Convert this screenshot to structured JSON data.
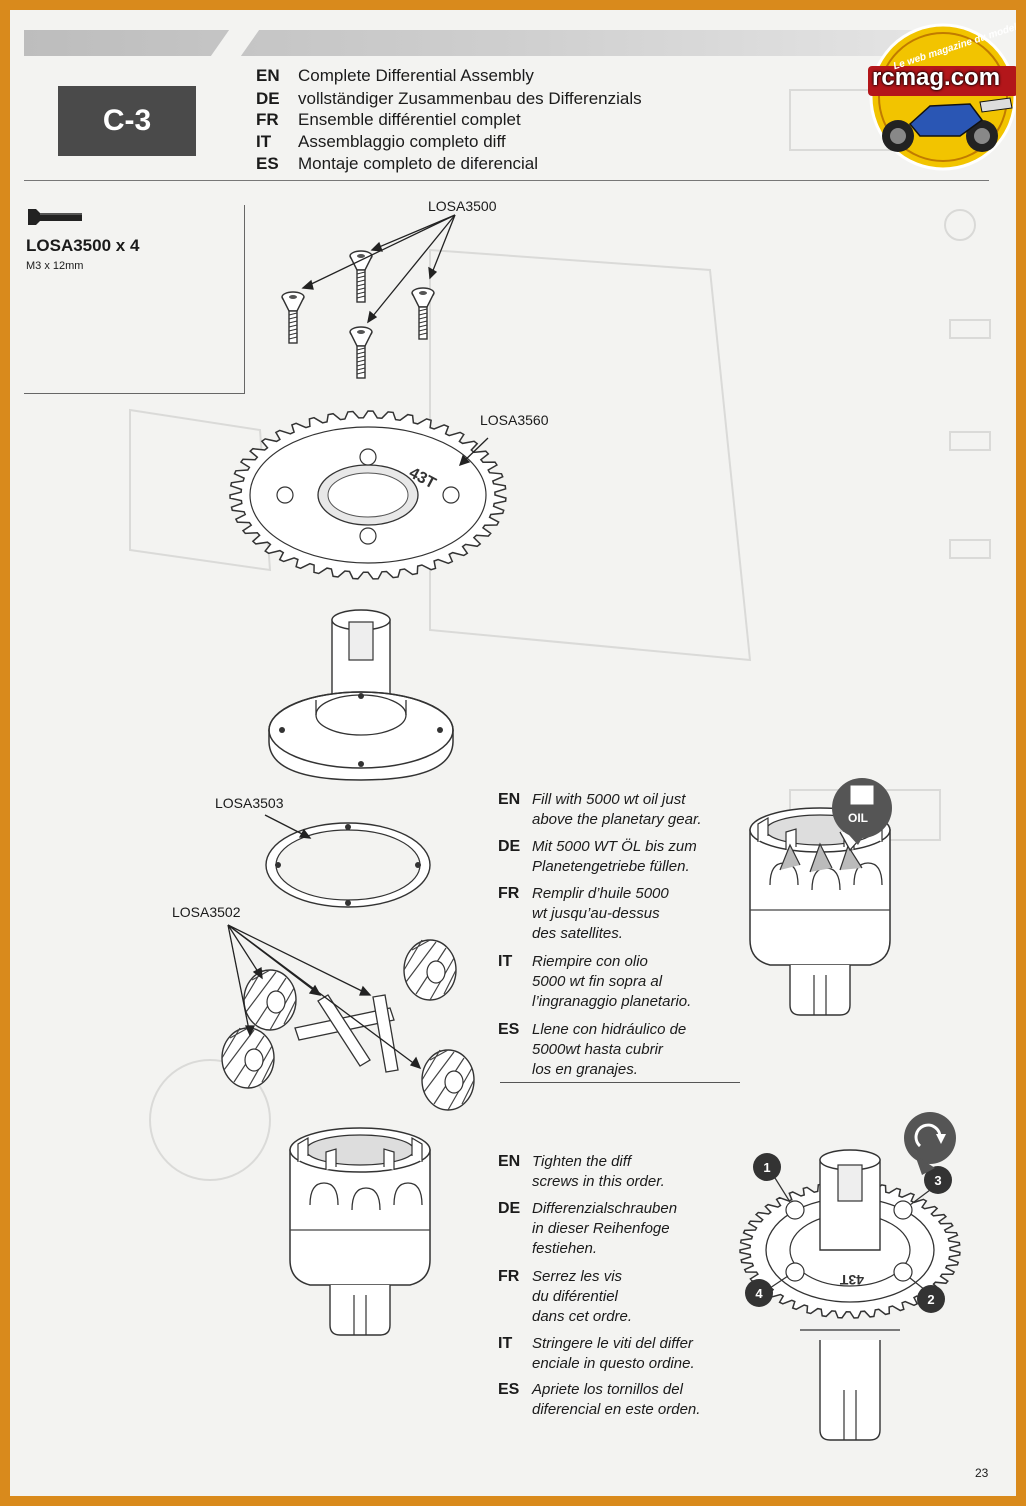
{
  "logo": {
    "text": "rcmag.com",
    "tagline": "Le web magazine du modelisme"
  },
  "step": {
    "label": "C-3"
  },
  "titles": [
    {
      "code": "EN",
      "text": "Complete Differential Assembly"
    },
    {
      "code": "DE",
      "text": "vollständiger  Zusammenbau des Differenzials"
    },
    {
      "code": "FR",
      "text": "Ensemble différentiel complet"
    },
    {
      "code": "IT",
      "text": "Assemblaggio completo diff"
    },
    {
      "code": "ES",
      "text": "Montaje completo de diferencial"
    }
  ],
  "parts": {
    "name": "LOSA3500 x 4",
    "size": "M3 x 12mm"
  },
  "callouts": {
    "screws": "LOSA3500",
    "gear": "LOSA3560",
    "gasket": "LOSA3503",
    "gears_small": "LOSA3502"
  },
  "gear_marking": "43T",
  "oil_label": "OIL",
  "oil_instructions": [
    {
      "code": "EN",
      "text": "Fill with 5000 wt oil just\nabove the planetary gear."
    },
    {
      "code": "DE",
      "text": "Mit 5000 WT ÖL bis zum\nPlanetengetriebe füllen."
    },
    {
      "code": "FR",
      "text": "Remplir d’huile 5000\nwt jusqu’au-dessus\ndes satellites."
    },
    {
      "code": "IT",
      "text": "Riempire con olio\n5000 wt fin sopra al\nl’ingranaggio planetario."
    },
    {
      "code": "ES",
      "text": "Llene con hidráulico de\n5000wt hasta cubrir\nlos en granajes."
    }
  ],
  "screw_instructions": [
    {
      "code": "EN",
      "text": "Tighten the diff\nscrews in this order."
    },
    {
      "code": "DE",
      "text": "Differenzialschrauben\nin dieser Reihenfoge\nfestiehen."
    },
    {
      "code": "FR",
      "text": "Serrez les vis\ndu diférentiel\ndans cet ordre."
    },
    {
      "code": "IT",
      "text": "Stringere le viti del differ\nenciale in questo ordine."
    },
    {
      "code": "ES",
      "text": "Apriete los tornillos del\ndiferencial en este orden."
    }
  ],
  "tighten_order": [
    "1",
    "2",
    "3",
    "4"
  ],
  "page_number": "23"
}
